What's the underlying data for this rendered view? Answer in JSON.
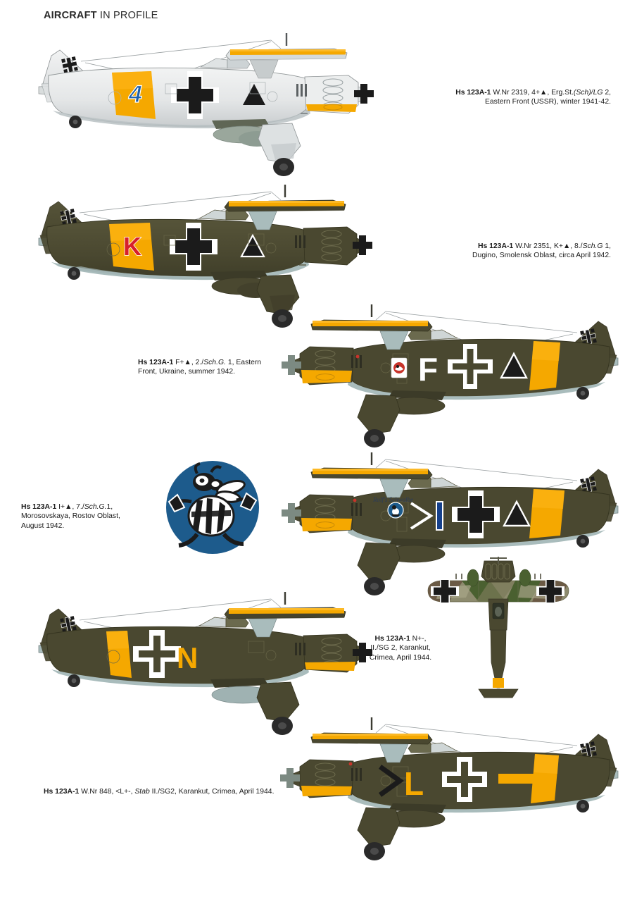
{
  "header": {
    "title_bold": "AIRCRAFT",
    "title_rest": " IN PROFILE"
  },
  "colors": {
    "rlm71_dark_green": "#4c4a30",
    "rlm70_black_green": "#3b3d29",
    "rlm02_grey": "#8d8b6e",
    "rlm65_light_blue": "#a9bcbc",
    "yellow_rlm04": "#f5a800",
    "yellow_deep": "#e89c00",
    "white_wash": "#e9eaea",
    "white_wash_shadow": "#d2d5d6",
    "black_marking": "#1b1b1b",
    "white_marking": "#ffffff",
    "blue_number": "#1c5fa8",
    "red_letter": "#d7202a",
    "badge_blue": "#1d5b8c",
    "tyre_black": "#2a2a2a",
    "brown_camo": "#6b5a45"
  },
  "profiles": [
    {
      "id": "profile-1",
      "caption_prefix": "Hs 123A-1",
      "caption_line1": " W.Nr 2319, 4+▲, Erg.St.",
      "caption_italic": "(Sch)/LG",
      "caption_line1_end": " 2,",
      "caption_line2": "Eastern Front (USSR), winter 1941-42.",
      "scheme": "winter whitewash over RLM 71/65",
      "code_letter": "4",
      "code_letter_color": "#1c5fa8",
      "band_color": "#f5a800",
      "cross_style": "black solid with white edge",
      "triangle_color": "#1b1b1b",
      "facing": "left"
    },
    {
      "id": "profile-2",
      "caption_prefix": "Hs 123A-1",
      "caption_line1": " W.Nr 2351, K+▲, 8./",
      "caption_italic": "Sch.G",
      "caption_line1_end": " 1,",
      "caption_line2": "Dugino, Smolensk Oblast, circa April 1942.",
      "scheme": "RLM 71 over RLM 65",
      "code_letter": "K",
      "code_letter_color": "#d7202a",
      "band_color": "#f5a800",
      "cross_style": "black solid with white edge",
      "triangle_color": "#1b1b1b",
      "facing": "left"
    },
    {
      "id": "profile-3",
      "caption_prefix": "Hs 123A-1",
      "caption_line1": " F+▲, 2./",
      "caption_italic": "Sch.G.",
      "caption_line1_end": " 1, Eastern",
      "caption_line2": "Front, Ukraine, summer 1942.",
      "scheme": "RLM 71 over RLM 65",
      "code_letter": "F",
      "code_letter_color": "#ffffff",
      "band_color": "#f5a800",
      "cross_style": "white outline",
      "triangle_color": "#1b1b1b",
      "facing": "right"
    },
    {
      "id": "profile-4",
      "caption_prefix": "Hs 123A-1",
      "caption_line1": " I+▲, 7./",
      "caption_italic": "Sch.G.",
      "caption_line1_end": "1,",
      "caption_line2": "Morosovskaya, Rostov Oblast,",
      "caption_line3": "August 1942.",
      "scheme": "RLM 71 over RLM 65",
      "code_letter": "I",
      "code_letter_color": "#16418c",
      "band_color": "#f5a800",
      "cross_style": "black with white outline",
      "triangle_color": "#1b1b1b",
      "facing": "right",
      "badge": "hornet-with-axes emblem on blue disc"
    },
    {
      "id": "profile-5",
      "caption_prefix": "Hs 123A-1",
      "caption_line1": " N+-,",
      "caption_line2": "II./SG 2, Karankut,",
      "caption_line3": "Crimea, April 1944.",
      "scheme": "RLM 71 over RLM 65",
      "code_letter": "N",
      "code_letter_color": "#f5a800",
      "band_color": "#f5a800",
      "cross_style": "white outline",
      "facing": "left"
    },
    {
      "id": "profile-6",
      "caption_prefix": "Hs 123A-1",
      "caption_line1": " W.Nr 848, <L+-, ",
      "caption_italic": "Stab",
      "caption_line1_end": " II./SG2, Karankut, Crimea, April 1944.",
      "scheme": "RLM 71 over RLM 65",
      "code_letter": "L",
      "code_letter_color": "#f5a800",
      "band_color": "#f5a800",
      "cross_style": "white outline",
      "facing": "right"
    },
    {
      "id": "profile-topview",
      "scheme": "mottled camouflage upper surfaces, yellow rear fuselage band",
      "view": "plan view from above"
    }
  ]
}
